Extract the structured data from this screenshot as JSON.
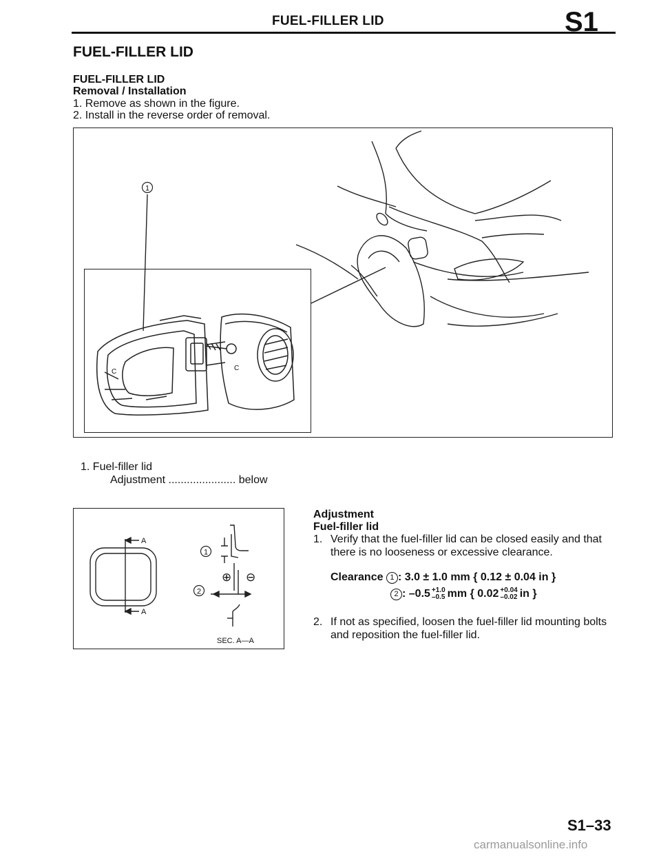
{
  "header": {
    "title": "FUEL-FILLER LID",
    "section_code": "S1"
  },
  "section": {
    "title": "FUEL-FILLER LID",
    "subtitle": "FUEL-FILLER LID",
    "procedure_title": "Removal / Installation",
    "steps": [
      {
        "num": "1.",
        "text": "Remove as shown in the figure."
      },
      {
        "num": "2.",
        "text": "Install in the reverse order of removal."
      }
    ]
  },
  "figure": {
    "callout": "1",
    "inset_label": "C"
  },
  "legend": {
    "num": "1.",
    "item": "Fuel-filler lid",
    "sub_label": "Adjustment",
    "leader": "......................",
    "ref": "below"
  },
  "adjustment": {
    "title": "Adjustment",
    "subtitle": "Fuel-filler lid",
    "step1_num": "1.",
    "step1_line1": "Verify that the fuel-filler lid can be closed easily and that",
    "step1_line2": "there is no looseness or excessive clearance.",
    "clearance_label": "Clearance",
    "spec1": {
      "marker": "1",
      "value": ": 3.0 ± 1.0 mm { 0.12 ± 0.04 in }"
    },
    "spec2": {
      "marker": "2",
      "prefix": ": –0.5",
      "tol_mm_plus": "+1.0",
      "tol_mm_minus": "–0.5",
      "mid": "mm { 0.02",
      "tol_in_plus": "+0.04",
      "tol_in_minus": "–0.02",
      "suffix": "in }"
    },
    "step2_num": "2.",
    "step2_line1": "If not as specified, loosen the fuel-filler lid mounting bolts",
    "step2_line2": "and reposition the fuel-filler lid.",
    "figure": {
      "section_mark": "A",
      "callout1": "1",
      "callout2": "2",
      "plus_symbol": "⊕",
      "minus_symbol": "⊖",
      "section_label": "SEC. A—A"
    }
  },
  "footer": {
    "page_number": "S1–33",
    "watermark": "carmanualsonline.info"
  }
}
